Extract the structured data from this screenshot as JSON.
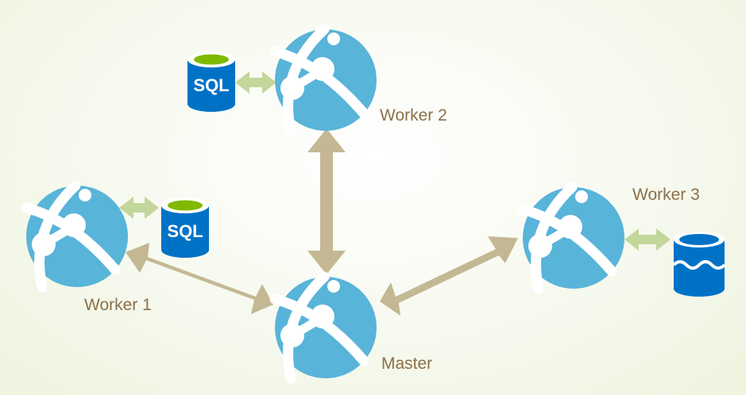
{
  "colors": {
    "node": "#59b4d9",
    "node_lines": "#ffffff",
    "arrow_main": "#c4b894",
    "arrow_db": "#c3d69b",
    "db_body": "#0072c6",
    "db_top": "#7fba00",
    "label": "#8b7048"
  },
  "nodes": {
    "worker2": {
      "label": "Worker 2",
      "icon": "cloud-service-icon"
    },
    "worker1": {
      "label": "Worker 1",
      "icon": "cloud-service-icon"
    },
    "worker3": {
      "label": "Worker 3",
      "icon": "cloud-service-icon"
    },
    "master": {
      "label": "Master",
      "icon": "cloud-service-icon"
    }
  },
  "databases": {
    "db_worker2": {
      "text": "SQL",
      "icon": "sql-database-icon"
    },
    "db_worker1": {
      "text": "SQL",
      "icon": "sql-database-icon"
    },
    "db_worker3": {
      "icon": "storage-blob-icon"
    }
  },
  "connections": [
    {
      "from": "master",
      "to": "worker2"
    },
    {
      "from": "master",
      "to": "worker1"
    },
    {
      "from": "master",
      "to": "worker3"
    },
    {
      "from": "worker2",
      "to": "db_worker2"
    },
    {
      "from": "worker1",
      "to": "db_worker1"
    },
    {
      "from": "worker3",
      "to": "db_worker3"
    }
  ]
}
